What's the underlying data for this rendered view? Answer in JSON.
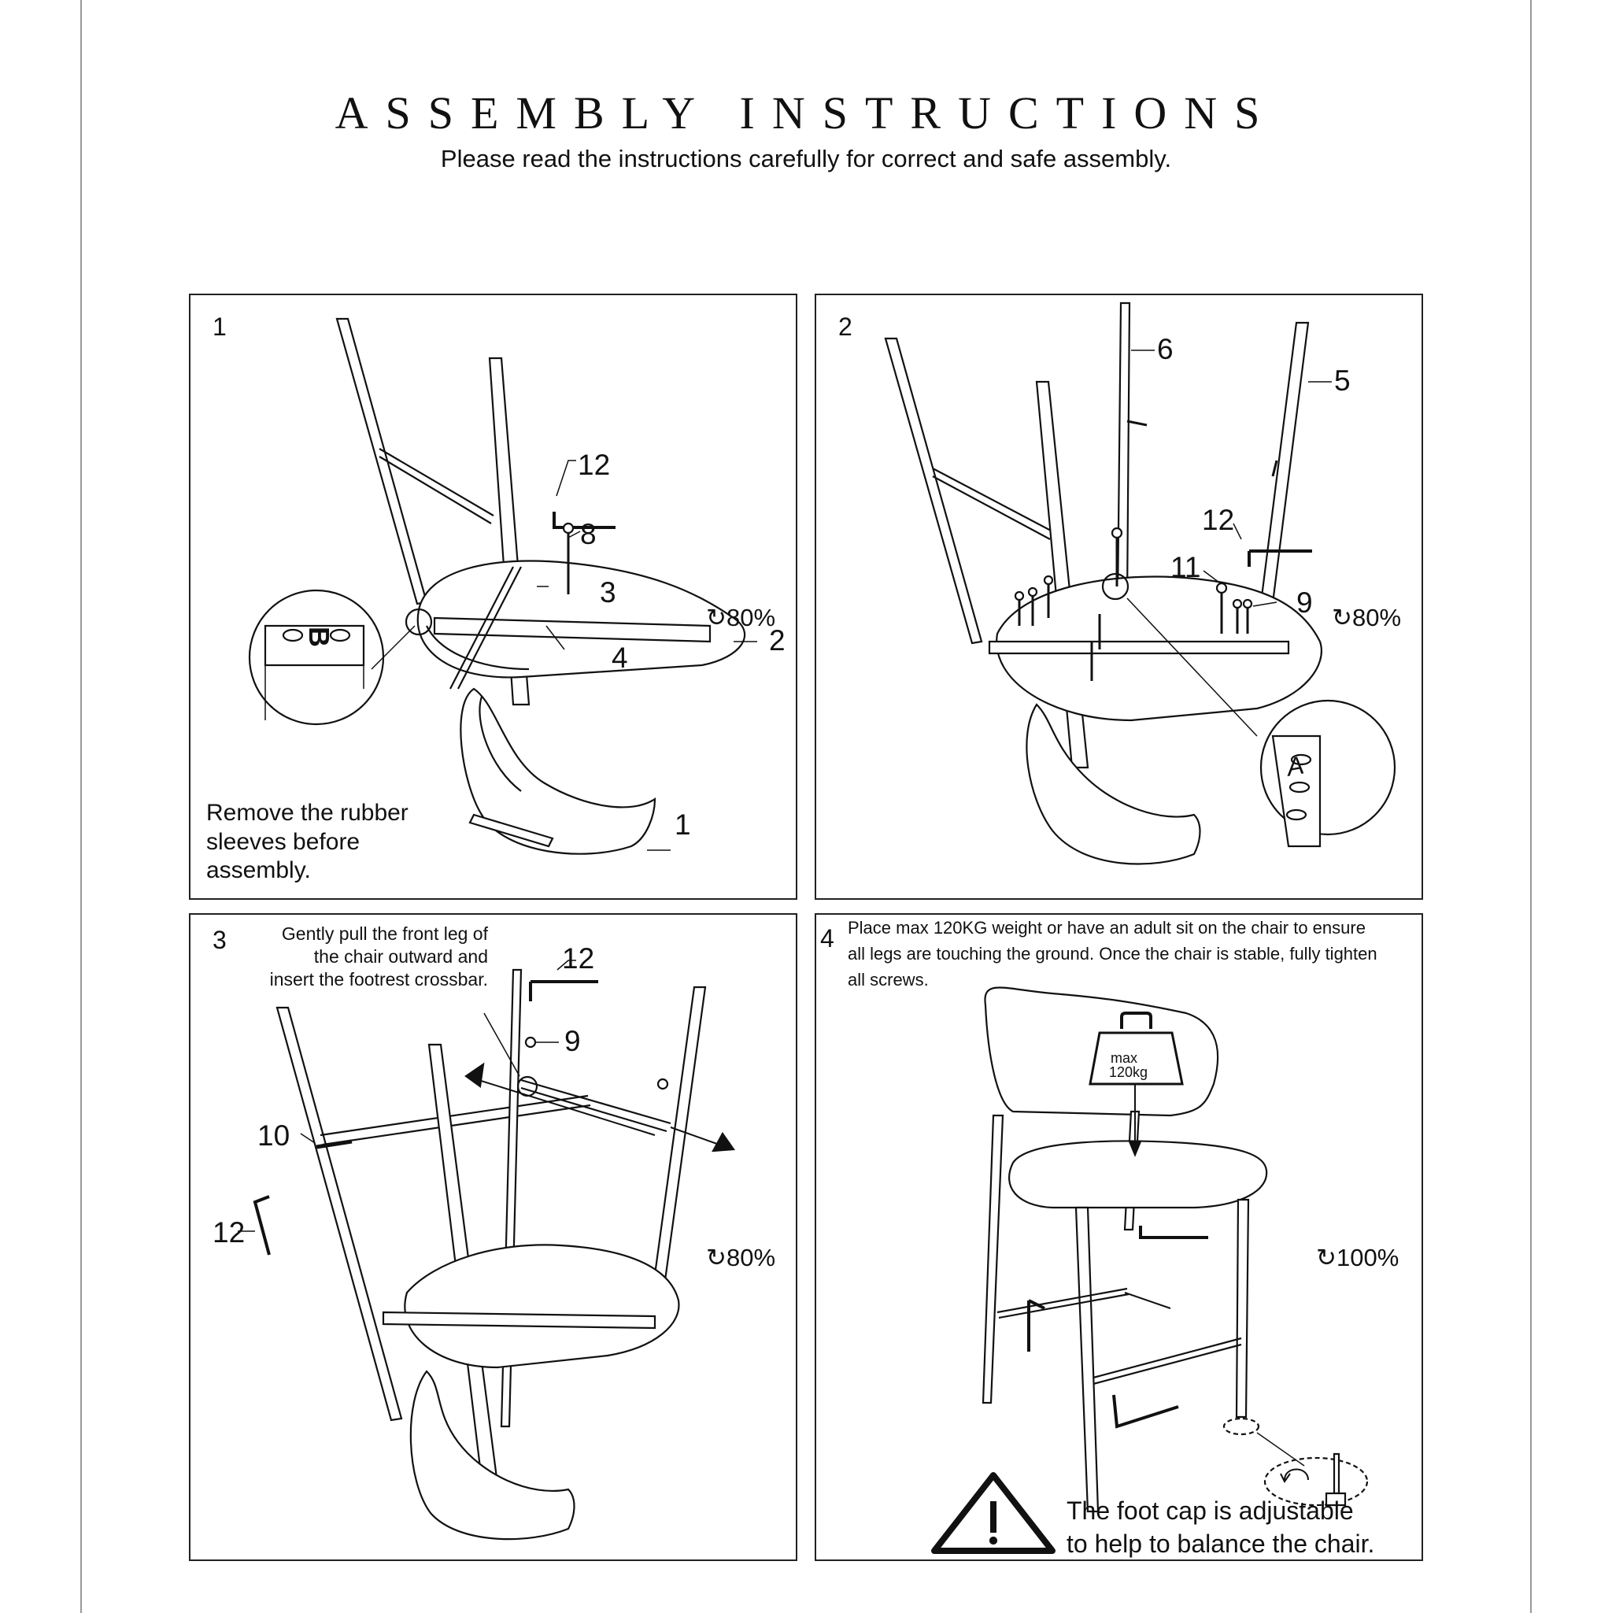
{
  "header": {
    "title": "ASSEMBLY INSTRUCTIONS",
    "subtitle": "Please read the instructions carefully for correct and safe assembly."
  },
  "steps": [
    {
      "number": "1",
      "labels": {
        "p12": "12",
        "p8": "8",
        "p3": "3",
        "p4": "4",
        "p2": "2",
        "p1": "1"
      },
      "rotation": "80%",
      "detail_letter": "B",
      "note": "Remove the rubber\nsleeves before\nassembly."
    },
    {
      "number": "2",
      "labels": {
        "p6": "6",
        "p5": "5",
        "p12": "12",
        "p11": "11",
        "p9": "9"
      },
      "rotation": "80%",
      "detail_letter": "A"
    },
    {
      "number": "3",
      "note": "Gently pull the front leg of\nthe chair outward and\ninsert the footrest crossbar.",
      "labels": {
        "p12a": "12",
        "p9": "9",
        "p10": "10",
        "p12b": "12"
      },
      "rotation": "80%"
    },
    {
      "number": "4",
      "note": "Place max 120KG weight or have an adult sit on the chair to ensure\nall legs are touching the ground. Once the chair is stable, fully tighten\nall screws.",
      "weight_top": "max",
      "weight_bottom": "120kg",
      "rotation": "100%",
      "warning": "The foot cap is adjustable\nto help to balance the chair."
    }
  ],
  "icons": {
    "rotation": "rotate-icon",
    "warning": "warning-triangle-icon",
    "weight": "weight-icon"
  }
}
